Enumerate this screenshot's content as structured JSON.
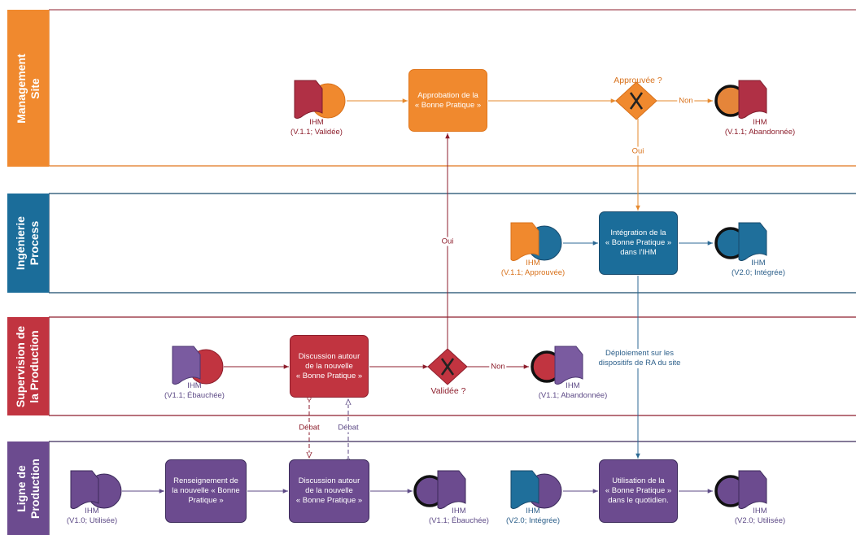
{
  "colors": {
    "management": "#f0892e",
    "management_border": "#e0761c",
    "engineering": "#1b6d9a",
    "engineering_border": "#17496b",
    "supervision": "#c13440",
    "supervision_border": "#8d1e2c",
    "production": "#6c4b8f",
    "production_border": "#3b2a5a",
    "doc_dark_red": "#9e2a3b",
    "edge_orange": "#e6892e",
    "edge_blue": "#2c6a94",
    "edge_red": "#8d1e2c",
    "edge_purple": "#5d4a86",
    "text_red": "#8d1e2c",
    "text_blue": "#2c5f8a",
    "text_orange": "#d8711b"
  },
  "lanes": [
    {
      "id": "management",
      "label": "Management\nSite"
    },
    {
      "id": "engineering",
      "label": "Ingénierie\nProcess"
    },
    {
      "id": "supervision",
      "label": "Supervision de\nla Production"
    },
    {
      "id": "production",
      "label": "Ligne de\nProduction"
    }
  ],
  "tasks": {
    "approbation": "Approbation de la\n« Bonne Pratique »",
    "integration": "Intégration de la\n« Bonne Pratique »\ndans l'IHM",
    "discussion_sup": "Discussion autour\nde la nouvelle\n« Bonne Pratique »",
    "renseignement": "Renseignement de\nla nouvelle « Bonne\nPratique »",
    "discussion_prod": "Discussion autour\nde la nouvelle\n« Bonne Pratique »",
    "utilisation": "Utilisation de la\n« Bonne Pratique »\ndans le quotidien."
  },
  "documents": {
    "mgmt_start": "IHM\n(V.1.1; Validée)",
    "mgmt_end": "IHM\n(V.1.1; Abandonnée)",
    "eng_start": "IHM\n(V.1.1; Approuvée)",
    "eng_end": "IHM\n(V2.0; Intégrée)",
    "sup_start": "IHM\n(V1.1; Ébauchée)",
    "sup_end": "IHM\n(V1.1; Abandonnée)",
    "prod_start": "IHM\n(V1.0; Utilisée)",
    "prod_mid": "IHM\n(V1.1; Ébauchée)",
    "prod_start2": "IHM\n(V2.0; Intégrée)",
    "prod_end": "IHM\n(V2.0; Utilisée)"
  },
  "gateways": {
    "approuvee": "Approuvée ?",
    "validee": "Validée ?"
  },
  "flow_labels": {
    "non_mgmt": "Non",
    "oui_mgmt": "Oui",
    "oui_sup": "Oui",
    "non_sup": "Non",
    "debat_1": "Débat",
    "debat_2": "Débat",
    "deploiement": "Déploiement sur les\ndispositifs de RA du site"
  },
  "icons": {
    "start": "document-start-event-icon",
    "end": "document-end-event-icon",
    "gateway": "exclusive-gateway-icon"
  }
}
